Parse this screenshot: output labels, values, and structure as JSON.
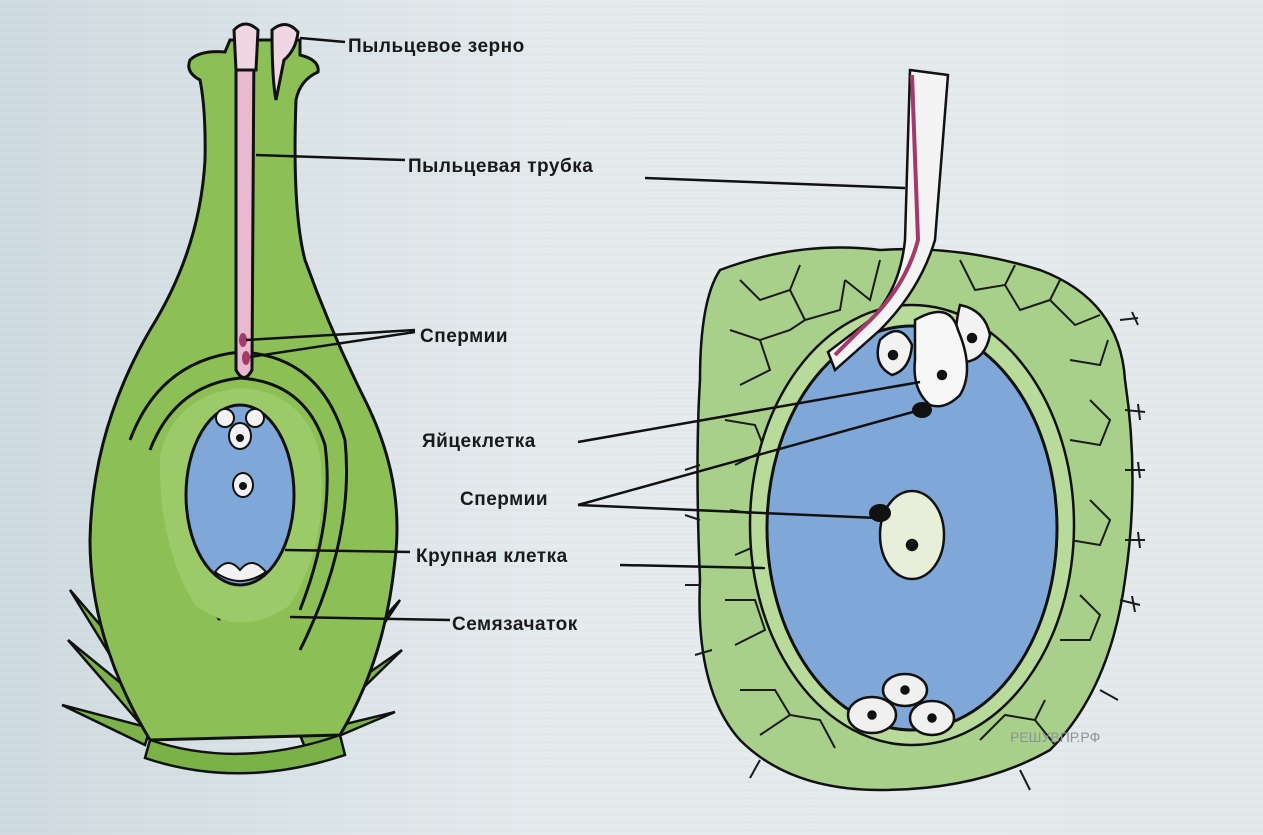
{
  "labels": {
    "pollen_grain": "Пыльцевое зерно",
    "pollen_tube": "Пыльцевая трубка",
    "sperm_upper": "Спермии",
    "egg_cell": "Яйцеклетка",
    "sperm_lower": "Спермии",
    "central_cell": "Крупная клетка",
    "ovule": "Семязачаток"
  },
  "watermark": "РЕШУВПР.РФ",
  "colors": {
    "pistil_green": "#8cc057",
    "pistil_dark": "#5f9a37",
    "sac_blue": "#7fa8d8",
    "tube_pink": "#e9b9cf",
    "cell_green": "#a9d08a",
    "outline": "#111111"
  }
}
